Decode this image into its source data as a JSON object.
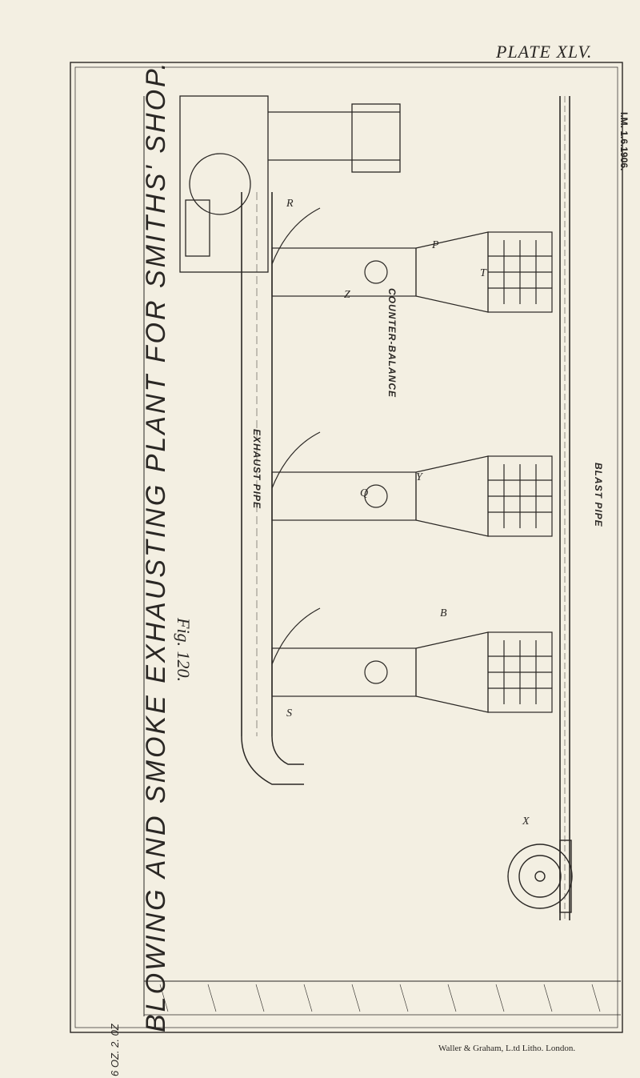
{
  "plate": {
    "title": "PLATE XLV.",
    "reference": "I.M. 1.6.1906.",
    "figure_label": "Fig. 120.",
    "main_title": "BLOWING AND SMOKE EXHAUSTING PLANT FOR SMITHS' SHOP.",
    "scale": "6 OZ. 2. 0Z",
    "lithographer": "Waller & Graham, L.td Litho. London."
  },
  "labels": {
    "counter_balance": "COUNTER-BALANCE",
    "exhaust_pipe": "EXHAUST PIPE",
    "blast_pipe": "BLAST PIPE",
    "letters": [
      "R",
      "P",
      "Z",
      "X",
      "Q",
      "Y",
      "T",
      "B",
      "S"
    ]
  },
  "colors": {
    "paper": "#f3efe2",
    "ink": "#2a2724"
  }
}
